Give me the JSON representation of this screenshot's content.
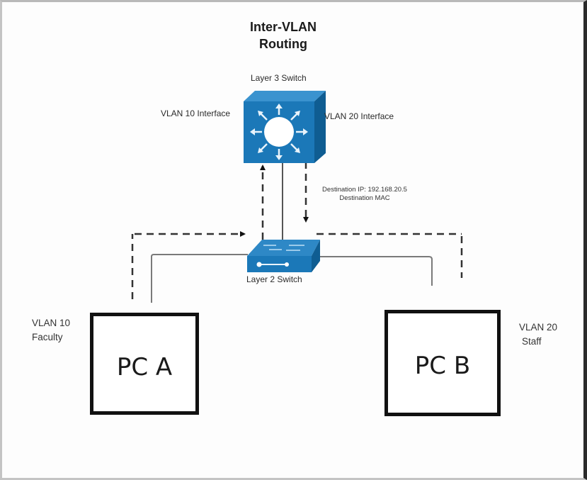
{
  "diagram": {
    "title_line1": "Inter-VLAN",
    "title_line2": "Routing",
    "layer3_switch": {
      "label": "Layer 3 Switch",
      "left_interface_label": "VLAN 10 Interface",
      "right_interface_label": "VLAN 20 Interface",
      "icon": "layer3-switch-icon",
      "color": "#1b78b8"
    },
    "layer2_switch": {
      "label": "Layer 2 Switch",
      "icon": "layer2-switch-icon",
      "color": "#1b78b8"
    },
    "annotation": {
      "line1": "Destination IP: 192.168.20.5",
      "line2": "Destination MAC"
    },
    "pc_a": {
      "label": "PC A",
      "vlan_line1": "VLAN 10",
      "vlan_line2": "Faculty"
    },
    "pc_b": {
      "label": "PC B",
      "vlan_line1": "VLAN 20",
      "vlan_line2": "Staff"
    },
    "connections": [
      {
        "from": "PC A",
        "to": "Layer 2 Switch",
        "style": "solid"
      },
      {
        "from": "PC B",
        "to": "Layer 2 Switch",
        "style": "solid"
      },
      {
        "from": "Layer 2 Switch",
        "to": "Layer 3 Switch",
        "style": "solid"
      },
      {
        "from": "PC A",
        "to": "Layer 2 Switch",
        "style": "dashed",
        "direction": "forward"
      },
      {
        "from": "Layer 2 Switch",
        "to": "Layer 3 Switch",
        "style": "dashed",
        "direction": "up"
      },
      {
        "from": "Layer 3 Switch",
        "to": "Layer 2 Switch",
        "style": "dashed",
        "direction": "down"
      },
      {
        "from": "Layer 2 Switch",
        "to": "PC B",
        "style": "dashed",
        "direction": "forward"
      }
    ],
    "colors": {
      "switch_blue": "#1b78b8",
      "line_gray": "#777777",
      "dash_dark": "#333333"
    }
  }
}
